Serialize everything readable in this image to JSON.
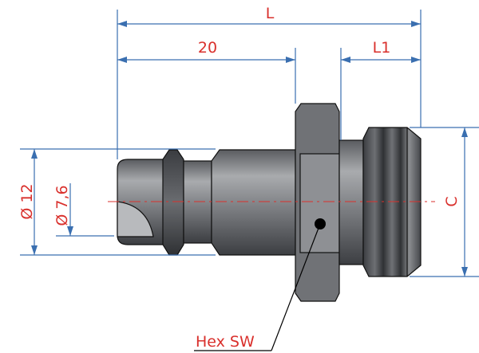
{
  "labels": {
    "length_total": "L",
    "length_20": "20",
    "length_l1": "L1",
    "diameter_12": "Ø 12",
    "diameter_7_6": "Ø 7,6",
    "thread_c": "C",
    "hex": "Hex SW"
  },
  "colors": {
    "dimension": "#3a6fb0",
    "label": "#d9302c",
    "metal": "#8a8c90"
  }
}
